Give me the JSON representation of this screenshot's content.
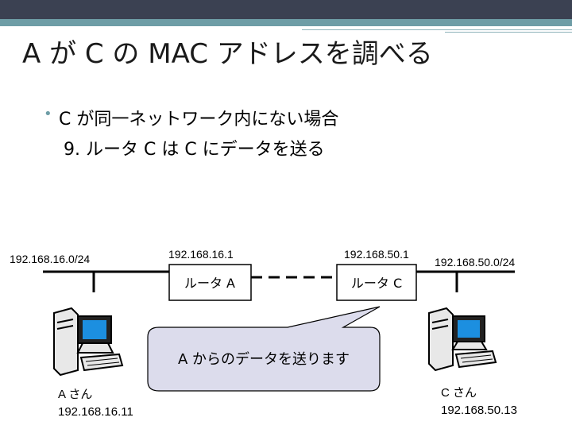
{
  "title": "A が C の MAC アドレスを調べる",
  "bullet": {
    "text": "C が同一ネットワーク内にない場合"
  },
  "step": {
    "text": "9. ルータ C は C にデータを送る"
  },
  "diagram": {
    "network_left": "192.168.16.0/24",
    "network_right": "192.168.50.0/24",
    "router_a": {
      "label": "ルータ A",
      "ip": "192.168.16.1"
    },
    "router_c": {
      "label": "ルータ C",
      "ip": "192.168.50.1"
    },
    "host_a": {
      "name": "A さん",
      "ip": "192.168.16.11",
      "icon": "computer-icon"
    },
    "host_c": {
      "name": "C さん",
      "ip": "192.168.50.13",
      "icon": "computer-icon"
    },
    "bubble": {
      "text": "A からのデータを送ります"
    }
  },
  "colors": {
    "topbar": "#3b4152",
    "accent": "#6e9da6",
    "bubble_fill": "#dcdcec",
    "screen": "#1c8fe0"
  }
}
